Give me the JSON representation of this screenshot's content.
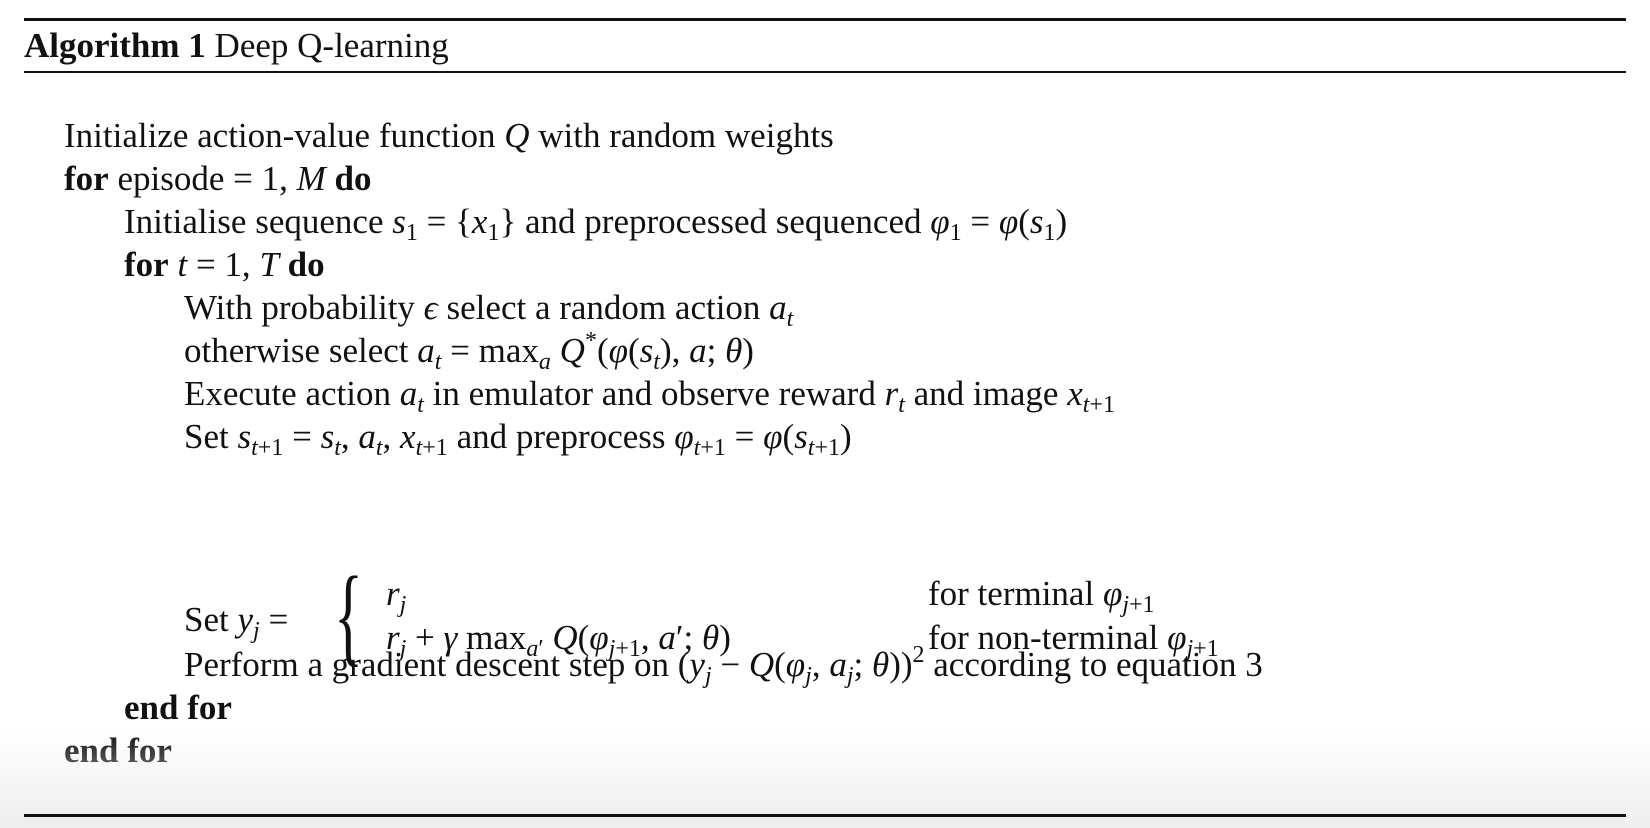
{
  "caption": {
    "label": "Algorithm 1",
    "title": "Deep Q-learning"
  },
  "lines": {
    "init": "Initialize action-value function",
    "init_q": "Q",
    "init_tail": "with random weights",
    "for_kw": "for",
    "episode_text": "episode = 1,",
    "episode_M": "M",
    "do_kw": "do",
    "init_seq": "Initialise sequence",
    "and_pre_seq": "and preprocessed sequenced",
    "t_eq": "t",
    "t_range": "= 1,",
    "t_T": "T",
    "with_prob": "With probability",
    "select_random": "select a random action",
    "otherwise": "otherwise select",
    "execute": "Execute action",
    "in_emulator": "in emulator and observe reward",
    "and_image": "and image",
    "set_word": "Set",
    "and_preprocess": "and preprocess",
    "terminal": "for terminal",
    "non_terminal": "for non-terminal",
    "perform": "Perform a gradient descent step on",
    "according": "according to equation 3",
    "end_for_inner": "end for",
    "end_for_outer": "end for"
  }
}
